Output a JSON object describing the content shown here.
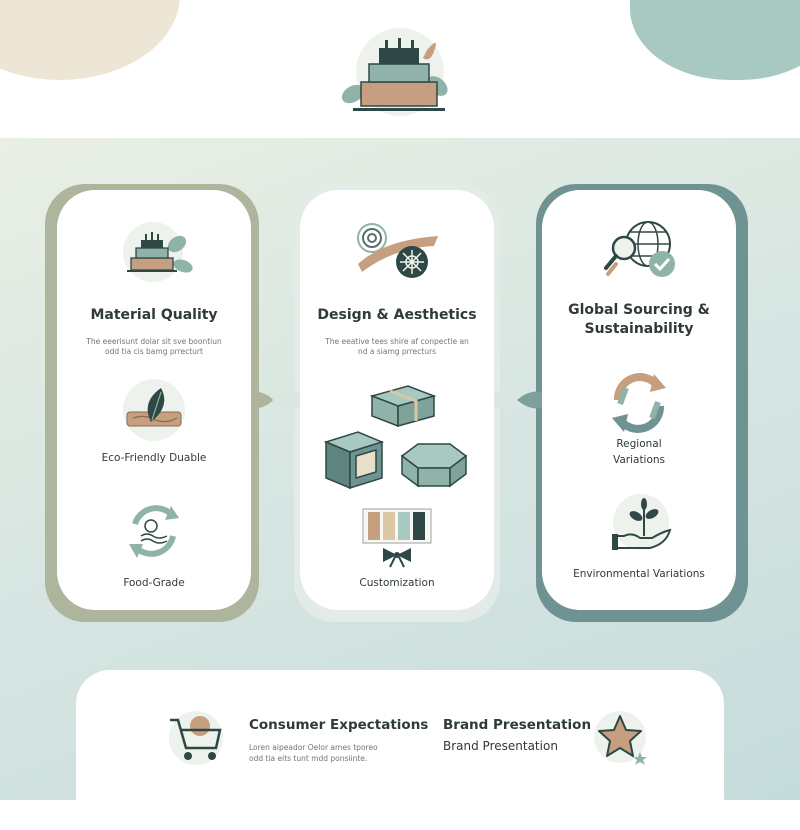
{
  "cards": {
    "material": {
      "title": "Material Quality",
      "text": [
        "The eeerisunt dolar sit sve boontiun",
        "odd tia cis bamg prrecturt"
      ],
      "items": [
        "Eco-Friendly Duable",
        "Food-Grade"
      ]
    },
    "design": {
      "title": "Design & Aesthetics",
      "text": [
        "The eeative tees shire af conpectie an",
        "nd a siamg prrecturs"
      ],
      "items": [
        "Customization"
      ]
    },
    "global": {
      "title": [
        "Global Sourcing &",
        "Sustainability"
      ],
      "items": [
        "Regional",
        "Variations",
        "Environmental Variations"
      ]
    }
  },
  "bottom": {
    "consumer_title": "Consumer Expectations",
    "consumer_text": [
      "Loren aipeador Oelor ames tporeo",
      "odd tia eits tunt mdd ponsiinte."
    ],
    "brand_title": "Brand Presentation",
    "brand_sub": "Brand Presentation"
  },
  "colors": {
    "sage": "#8fb3a8",
    "tan": "#c59f7f",
    "teal": "#6f9292",
    "olive": "#aeb59d",
    "dark": "#2f4846"
  },
  "icons": [
    "cake-icon",
    "leaf-wood-icon",
    "recycle-icon",
    "swirl-pattern-icon",
    "gift-box-icon",
    "swatch-icon",
    "bow-icon",
    "globe-search-icon",
    "recycle-arrows-icon",
    "sprout-hand-icon",
    "cart-icon",
    "star-icon"
  ]
}
